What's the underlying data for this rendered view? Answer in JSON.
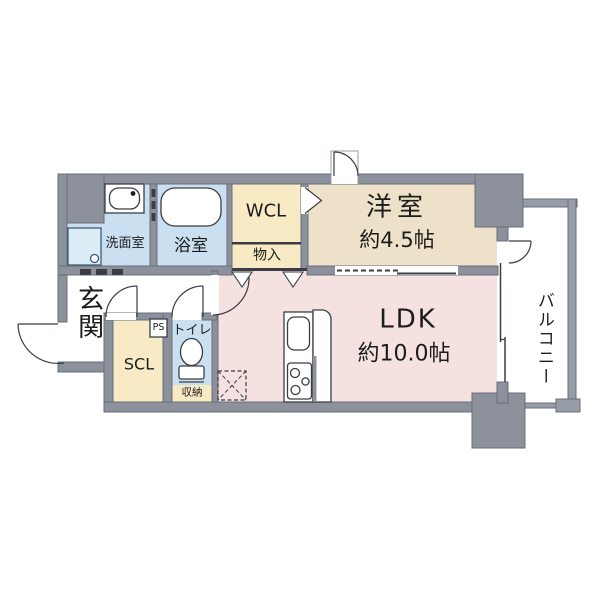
{
  "plan": {
    "rooms": {
      "washroom": {
        "label": "洗面室"
      },
      "bathroom": {
        "label": "浴室"
      },
      "walk_in_closet": {
        "label": "WCL"
      },
      "closet": {
        "label": "物入"
      },
      "western_room": {
        "label": "洋室",
        "size": "約4.5帖"
      },
      "ldk": {
        "label": "LDK",
        "size": "約10.0帖"
      },
      "entrance": {
        "label": "玄関"
      },
      "shoe_closet": {
        "label": "SCL"
      },
      "pipe_space": {
        "label": "PS"
      },
      "toilet": {
        "label": "トイレ"
      },
      "storage": {
        "label": "収納"
      },
      "balcony": {
        "label": "バルコニー"
      }
    },
    "colors": {
      "wall_gray": "#8C919C",
      "room_blue": "#CADFF0",
      "room_cream": "#F7EAC4",
      "room_beige": "#EDE2C9",
      "room_pink": "#F6E1E1",
      "fixture_blue": "#DCEDF8",
      "counter_blue": "#C3DCEF",
      "outline_dark": "#3A3E44",
      "text": "#1C1C1C"
    }
  }
}
